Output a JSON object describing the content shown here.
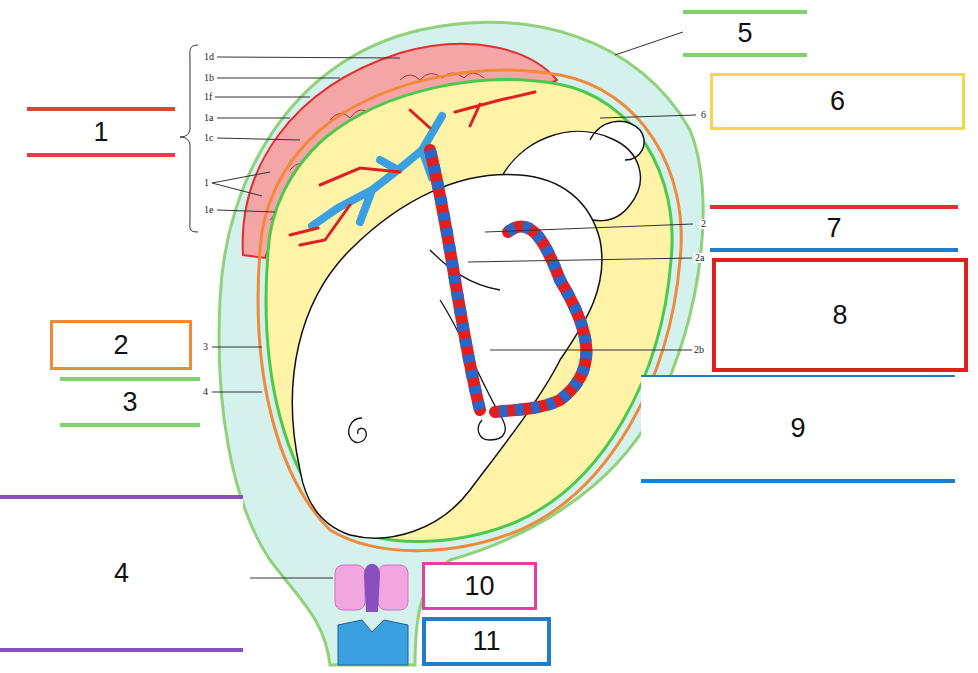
{
  "diagram": {
    "nodes": [
      {
        "text": [
          "1"
        ]
      },
      {
        "text": [
          "2"
        ]
      },
      {
        "text": [
          "3"
        ]
      },
      {
        "text": [
          "4"
        ]
      },
      {
        "text": [
          "5"
        ]
      },
      {
        "text": [
          "6"
        ]
      },
      {
        "text": [
          "7"
        ]
      },
      {
        "text": [
          "8"
        ]
      },
      {
        "text": [
          "9"
        ]
      },
      {
        "text": [
          "10"
        ]
      },
      {
        "text": [
          "11"
        ]
      }
    ],
    "labels": [
      "1d",
      "1b",
      "1f",
      "1a",
      "1c",
      "1",
      "1e",
      "6",
      "2",
      "2a",
      "3",
      "4",
      "2b"
    ]
  }
}
